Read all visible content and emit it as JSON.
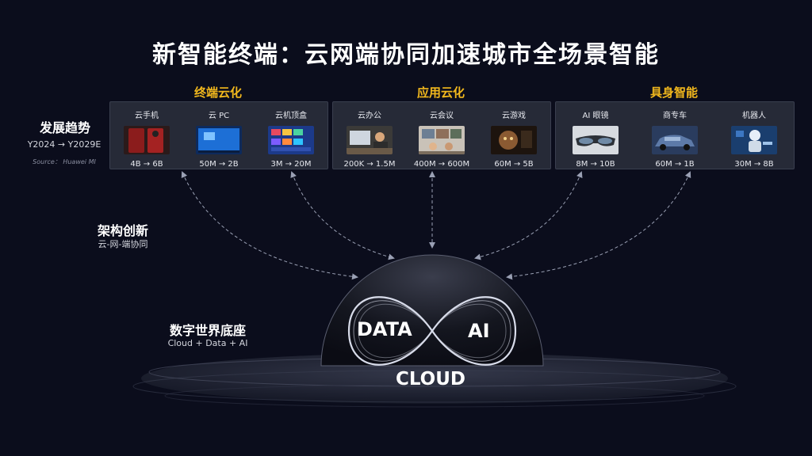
{
  "title": "新智能终端：云网端协同加速城市全场景智能",
  "groups": [
    {
      "title": "终端云化",
      "items": [
        {
          "name": "云手机",
          "value": "4B → 6B"
        },
        {
          "name": "云 PC",
          "value": "50M → 2B"
        },
        {
          "name": "云机顶盒",
          "value": "3M → 20M"
        }
      ]
    },
    {
      "title": "应用云化",
      "items": [
        {
          "name": "云办公",
          "value": "200K → 1.5M"
        },
        {
          "name": "云会议",
          "value": "400M → 600M"
        },
        {
          "name": "云游戏",
          "value": "60M → 5B"
        }
      ]
    },
    {
      "title": "具身智能",
      "items": [
        {
          "name": "AI 眼镜",
          "value": "8M → 10B"
        },
        {
          "name": "商专车",
          "value": "60M → 1B"
        },
        {
          "name": "机器人",
          "value": "30M → 8B"
        }
      ]
    }
  ],
  "trend": {
    "label": "发展趋势",
    "range": "Y2024 → Y2029E",
    "source": "Source： Huawei MI"
  },
  "arch": {
    "label": "架构创新",
    "sub": "云-网-端协同"
  },
  "base": {
    "label": "数字世界底座",
    "sub": "Cloud + Data + AI"
  },
  "core": {
    "data": "DATA",
    "ai": "AI",
    "cloud": "CLOUD"
  },
  "colors": {
    "accent": "#f2b81d",
    "panel": "#262a37",
    "background": "#0b0d1c"
  }
}
